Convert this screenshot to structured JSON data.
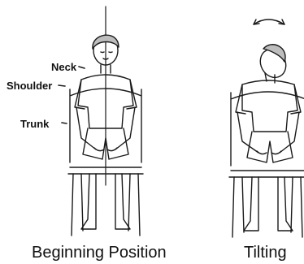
{
  "labels": {
    "neck": "Neck",
    "shoulder": "Shoulder",
    "trunk": "Trunk"
  },
  "captions": {
    "beginning": "Beginning Position",
    "tilting": "Tilting"
  },
  "colors": {
    "ink": "#1a1a1a",
    "background": "#ffffff"
  }
}
